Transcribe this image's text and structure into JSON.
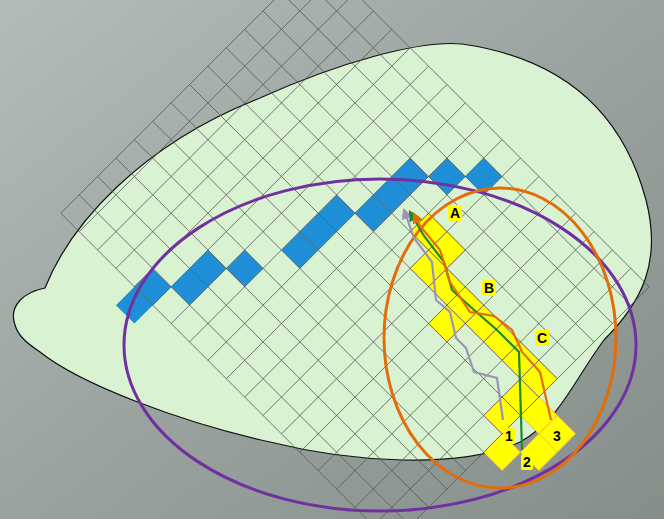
{
  "diagram": {
    "labels": [
      "A",
      "B",
      "C",
      "1",
      "2",
      "3"
    ]
  }
}
